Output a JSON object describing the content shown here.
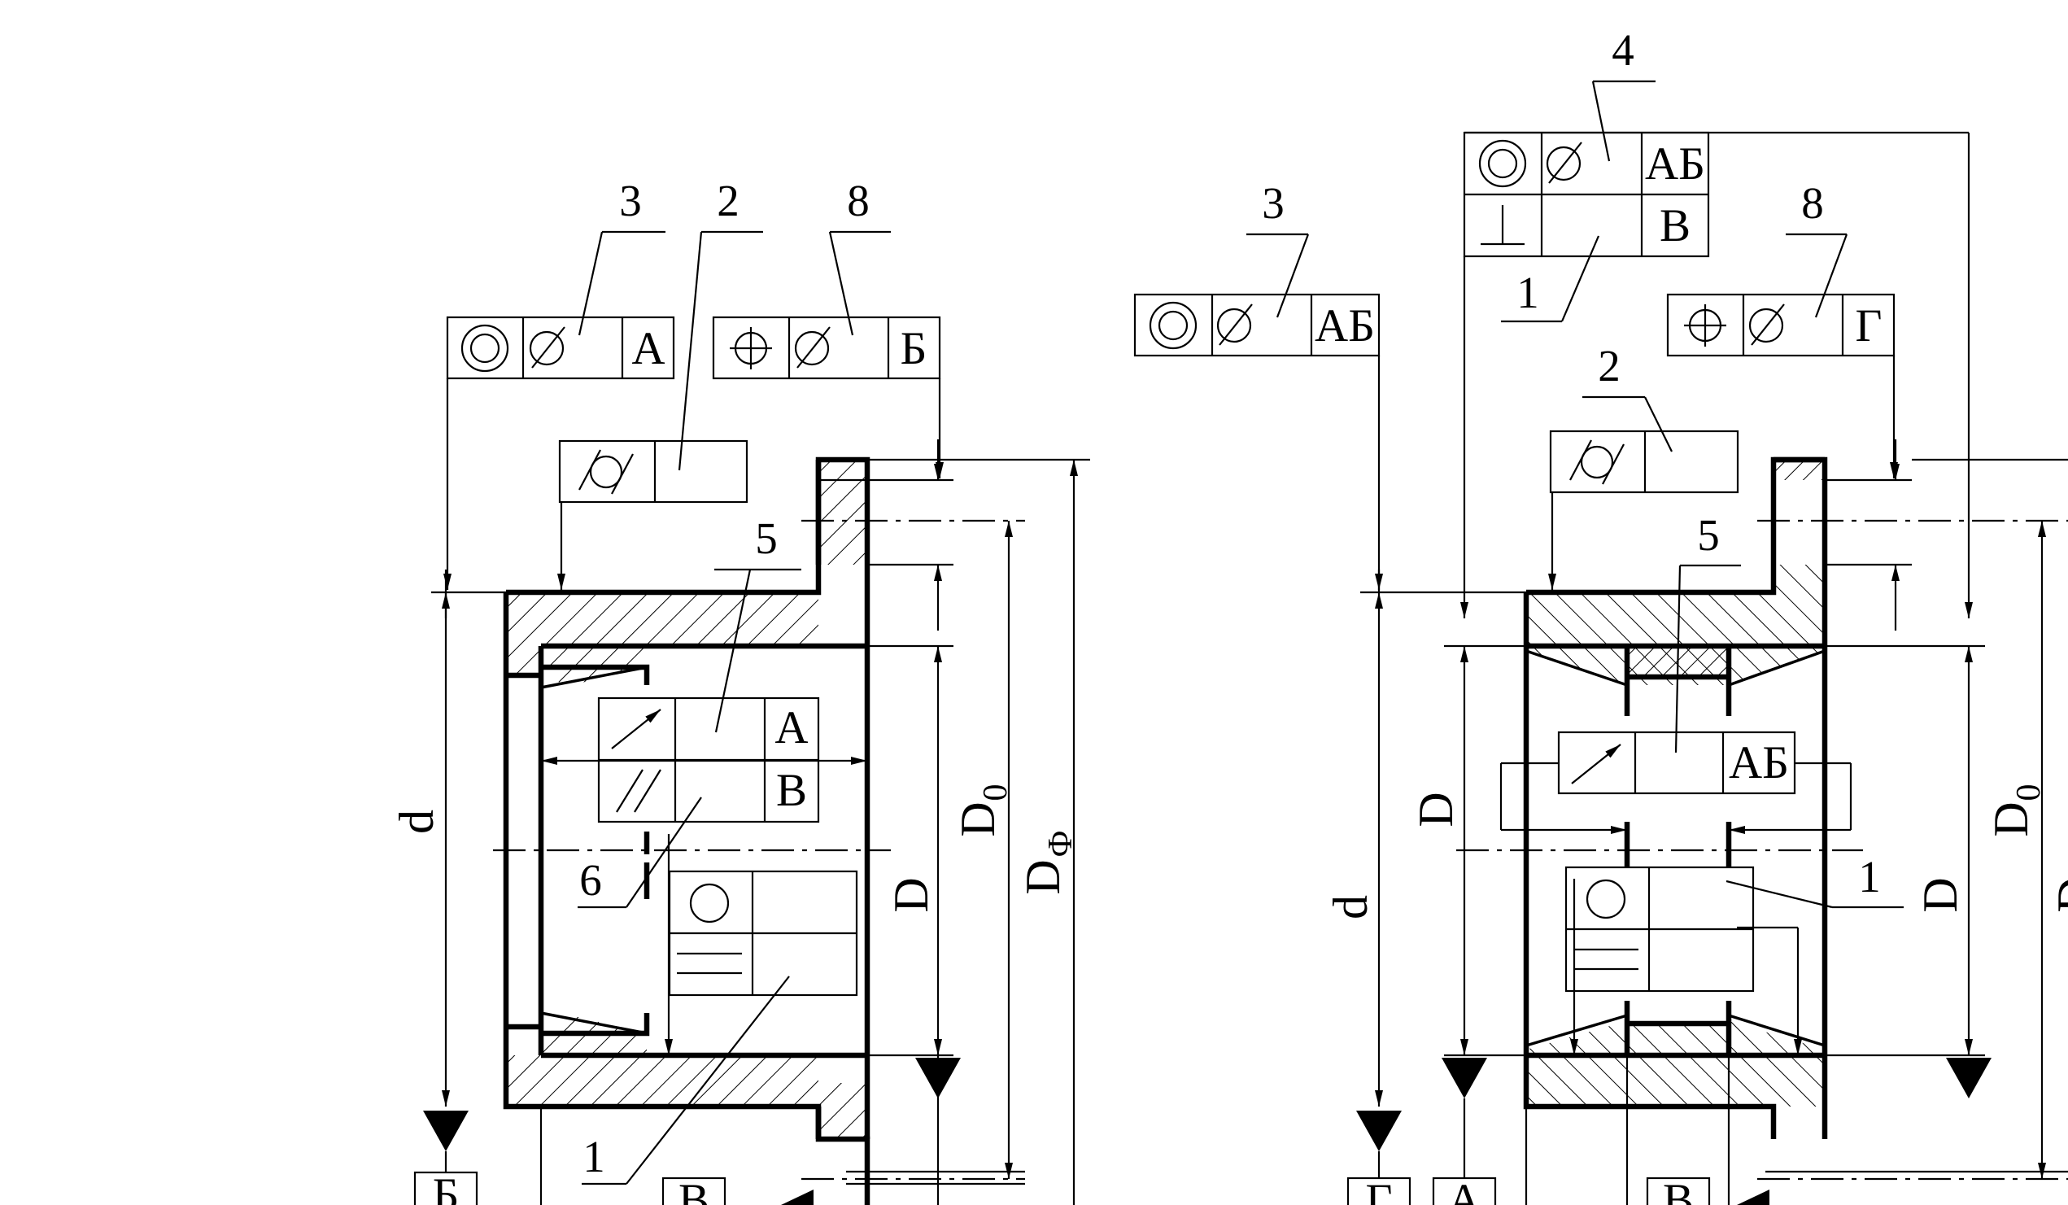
{
  "figure_a": {
    "leaders": {
      "l1": "1",
      "l2": "2",
      "l3": "3",
      "l5": "5",
      "l6": "6",
      "l8": "8"
    },
    "frame3": {
      "base": "А"
    },
    "frame8": {
      "base": "Б"
    },
    "frame5": {
      "base_top": "А",
      "base_bottom": "В"
    },
    "datums": {
      "b": "Б",
      "v": "В"
    },
    "dims": {
      "d": "d",
      "D": "D",
      "D0": "D",
      "D0_sub": "0",
      "Df": "D",
      "Df_sub": "Ф"
    }
  },
  "figure_b": {
    "leaders": {
      "l1a": "1",
      "l1b": "1",
      "l2": "2",
      "l3": "3",
      "l4": "4",
      "l5": "5",
      "l8": "8"
    },
    "frame4": {
      "base_top": "АБ",
      "base_bottom": "В"
    },
    "frame3": {
      "base": "АБ"
    },
    "frame8": {
      "base": "Г"
    },
    "frame5": {
      "base": "АБ"
    },
    "datums": {
      "g": "Г",
      "a": "А",
      "v": "В"
    },
    "dims": {
      "D_left": "D",
      "d": "d",
      "D_right": "D",
      "D0": "D",
      "D0_sub": "0",
      "Df": "D"
    }
  }
}
